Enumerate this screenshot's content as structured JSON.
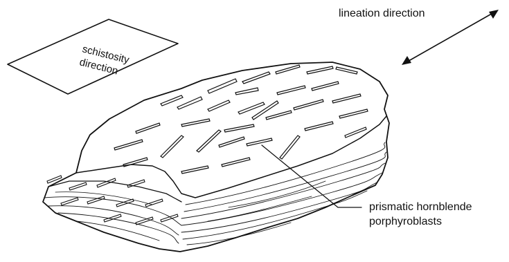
{
  "labels": {
    "lineation": "lineation direction",
    "schistosity_line1": "schistosity",
    "schistosity_line2": "direction",
    "crystals_line1": "prismatic hornblende",
    "crystals_line2": "porphyroblasts"
  },
  "icons": {
    "lineation_arrow": "double-headed-arrow-icon"
  },
  "colors": {
    "ink": "#111111",
    "background": "#ffffff"
  }
}
